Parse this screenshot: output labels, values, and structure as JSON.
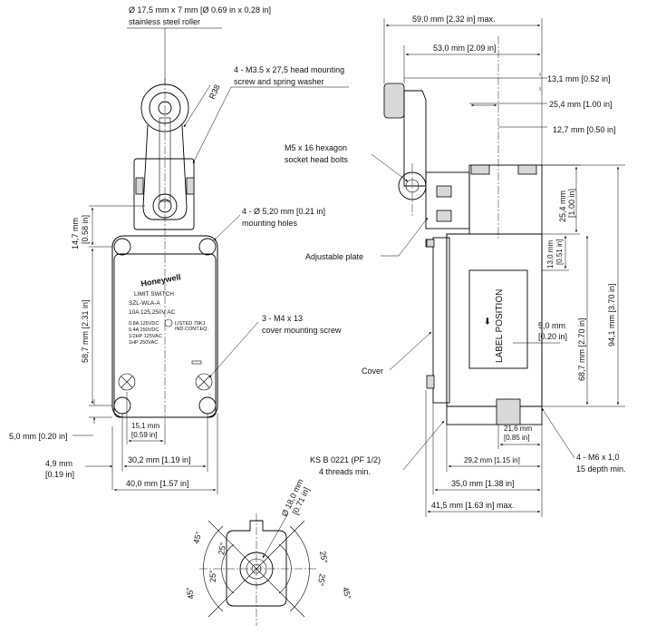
{
  "labels": {
    "roller": [
      "Ø 17,5 mm x 7 mm [Ø 0.69 in x 0.28 in]",
      "stainless steel roller"
    ],
    "head_screws": [
      "4 - M3.5 x 27,5 head mounting",
      "screw and spring washer"
    ],
    "radius": "R38",
    "mounting_holes": [
      "4 - Ø 5,20 mm [0.21 in]",
      "mounting holes"
    ],
    "cover_screw": [
      "3 - M4 x 13",
      "cover mounting screw"
    ],
    "hex_bolts": [
      "M5 x 16 hexagon",
      "socket head bolts"
    ],
    "adjustable_plate": "Adjustable plate",
    "cover": "Cover",
    "conduit": [
      "KS B 0221 (PF 1/2)",
      "4 threads min."
    ],
    "m6": [
      "4 - M6 x 1,0",
      "15 depth min."
    ],
    "label_position": "LABEL POSITION",
    "arrow": "⬅"
  },
  "dims": {
    "d14_7": "14,7 mm",
    "d14_7_in": "[0.58 in]",
    "d58_7": "58,7 mm [2.31 in]",
    "d5_0_left": "5,0 mm [0.20 in]",
    "d4_9": "4,9 mm",
    "d4_9_in": "[0.19 in]",
    "d15_1": "15,1 mm",
    "d15_1_in": "[0.59 in]",
    "d30_2": "30,2 mm [1.19 in]",
    "d40_0": "40,0 mm [1.57 in]",
    "d59_0": "59,0 mm [2.32 in] max.",
    "d53_0": "53,0 mm [2.09 in]",
    "d13_1": "13,1 mm [0.52 in]",
    "d25_4h": "25,4 mm [1.00 in]",
    "d12_7": "12,7 mm [0.50 in]",
    "d25_4v": "25,4 mm",
    "d25_4v_in": "[1.00 in]",
    "d13_0": "13,0 mm",
    "d13_0_in": "[0.51 in]",
    "d68_7": "68,7 mm [2.70 in]",
    "d94_1": "94,1 mm [3.70 in]",
    "d5_0_right": "5,0 mm",
    "d5_0_right_in": "[0.20 in]",
    "d21_6": "21,6 mm",
    "d21_6_in": "[0.85 in]",
    "d29_2": "29,2 mm [1.15 in]",
    "d35_0": "35,0 mm [1.38 in]",
    "d41_5": "41,5 mm [1.63 in] max.",
    "d18_0": "Ø 18,0 mm",
    "d18_0_in": "[0.71 in]",
    "a45": "45°",
    "a25": "25°"
  },
  "nameplate": {
    "brand": "Honeywell",
    "type": "LIMIT SWITCH",
    "model": "SZL-WLA-A",
    "rating": "10A    125,250V  AC",
    "specs": [
      "0.8A 125VDC",
      "0.4A 250VDC",
      "1/2HP 125VAC",
      "1HP 250VAC"
    ],
    "cert": [
      "LISTED 79KJ",
      "IND.CONT.EQ."
    ]
  },
  "colors": {
    "line": "#000000",
    "shade": "#d8d8d8",
    "background": "#ffffff"
  }
}
